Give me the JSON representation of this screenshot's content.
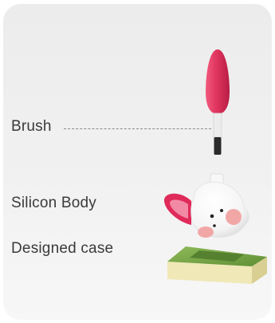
{
  "labels": {
    "brush": "Brush",
    "body": "Silicon Body",
    "case": "Designed case"
  },
  "colors": {
    "brush_handle": "#e0355f",
    "brush_ferrule": "#e8e8e8",
    "bristles": "#2a2a2a",
    "body": "#ffffff",
    "ears": "#e02a5a",
    "cheeks": "#f2a7a7",
    "case_top": "#7ea94b",
    "case_side": "#f0e8b6",
    "background": "#efefef"
  }
}
